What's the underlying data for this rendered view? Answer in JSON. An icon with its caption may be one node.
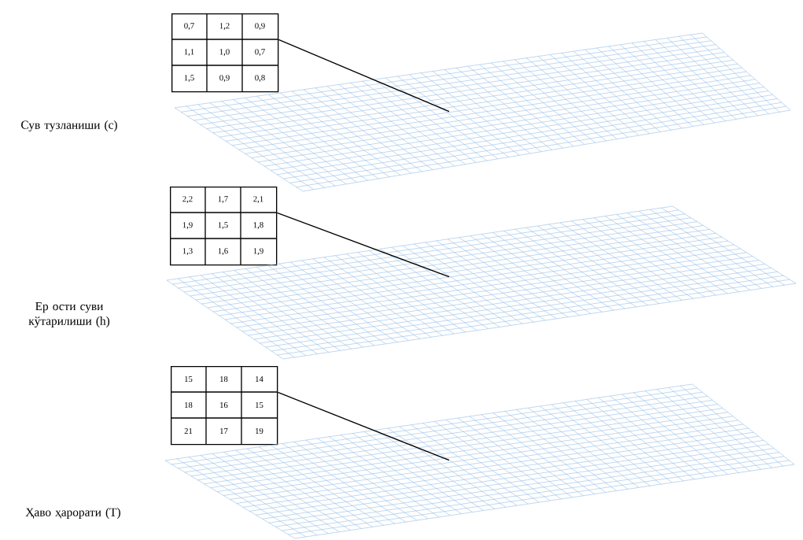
{
  "diagram": {
    "nodes": [
      {
        "text": [
          "0,7",
          "1,2",
          "0,9",
          "1,1",
          "1,0",
          "0,7",
          "1,5",
          "0,9",
          "0,8"
        ]
      },
      {
        "text": [],
        "shape": "grid"
      },
      {
        "text": [
          "2,2",
          "1,7",
          "2,1",
          "1,9",
          "1,5",
          "1,8",
          "1,3",
          "1,6",
          "1,9"
        ]
      },
      {
        "text": [],
        "shape": "grid"
      },
      {
        "text": [
          "15",
          "18",
          "14",
          "18",
          "16",
          "15",
          "21",
          "17",
          "19"
        ]
      },
      {
        "text": [],
        "shape": "grid"
      }
    ],
    "edges": [
      {
        "from": 0,
        "to": 1,
        "arrow": "none"
      },
      {
        "from": 2,
        "to": 3,
        "arrow": "none"
      },
      {
        "from": 4,
        "to": 5,
        "arrow": "none"
      }
    ],
    "labels": [
      "Сув тузланиши (c)",
      "Ер ости суви кўтарилиши (h)",
      "Ҳаво ҳарорати (T)"
    ]
  }
}
